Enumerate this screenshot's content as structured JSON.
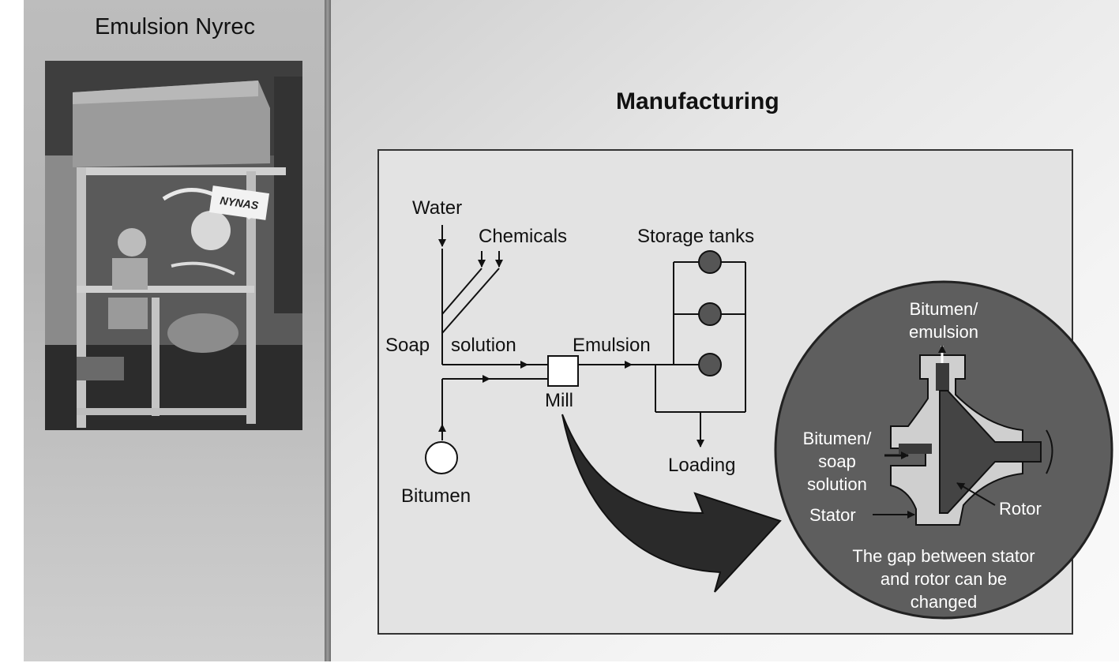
{
  "left_panel": {
    "title": "Emulsion Nyrec",
    "photo_label": "NYNAS"
  },
  "main": {
    "title": "Manufacturing"
  },
  "diagram": {
    "water": "Water",
    "chemicals": "Chemicals",
    "storage_tanks": "Storage tanks",
    "soap": "Soap",
    "solution": "solution",
    "emulsion": "Emulsion",
    "mill": "Mill",
    "bitumen": "Bitumen",
    "loading": "Loading"
  },
  "mill_detail": {
    "outlet_line1": "Bitumen/",
    "outlet_line2": "emulsion",
    "inlet_line1": "Bitumen/",
    "inlet_line2": "soap",
    "inlet_line3": "solution",
    "stator": "Stator",
    "rotor": "Rotor",
    "note_line1": "The gap between stator",
    "note_line2": "and rotor can be",
    "note_line3": "changed"
  }
}
